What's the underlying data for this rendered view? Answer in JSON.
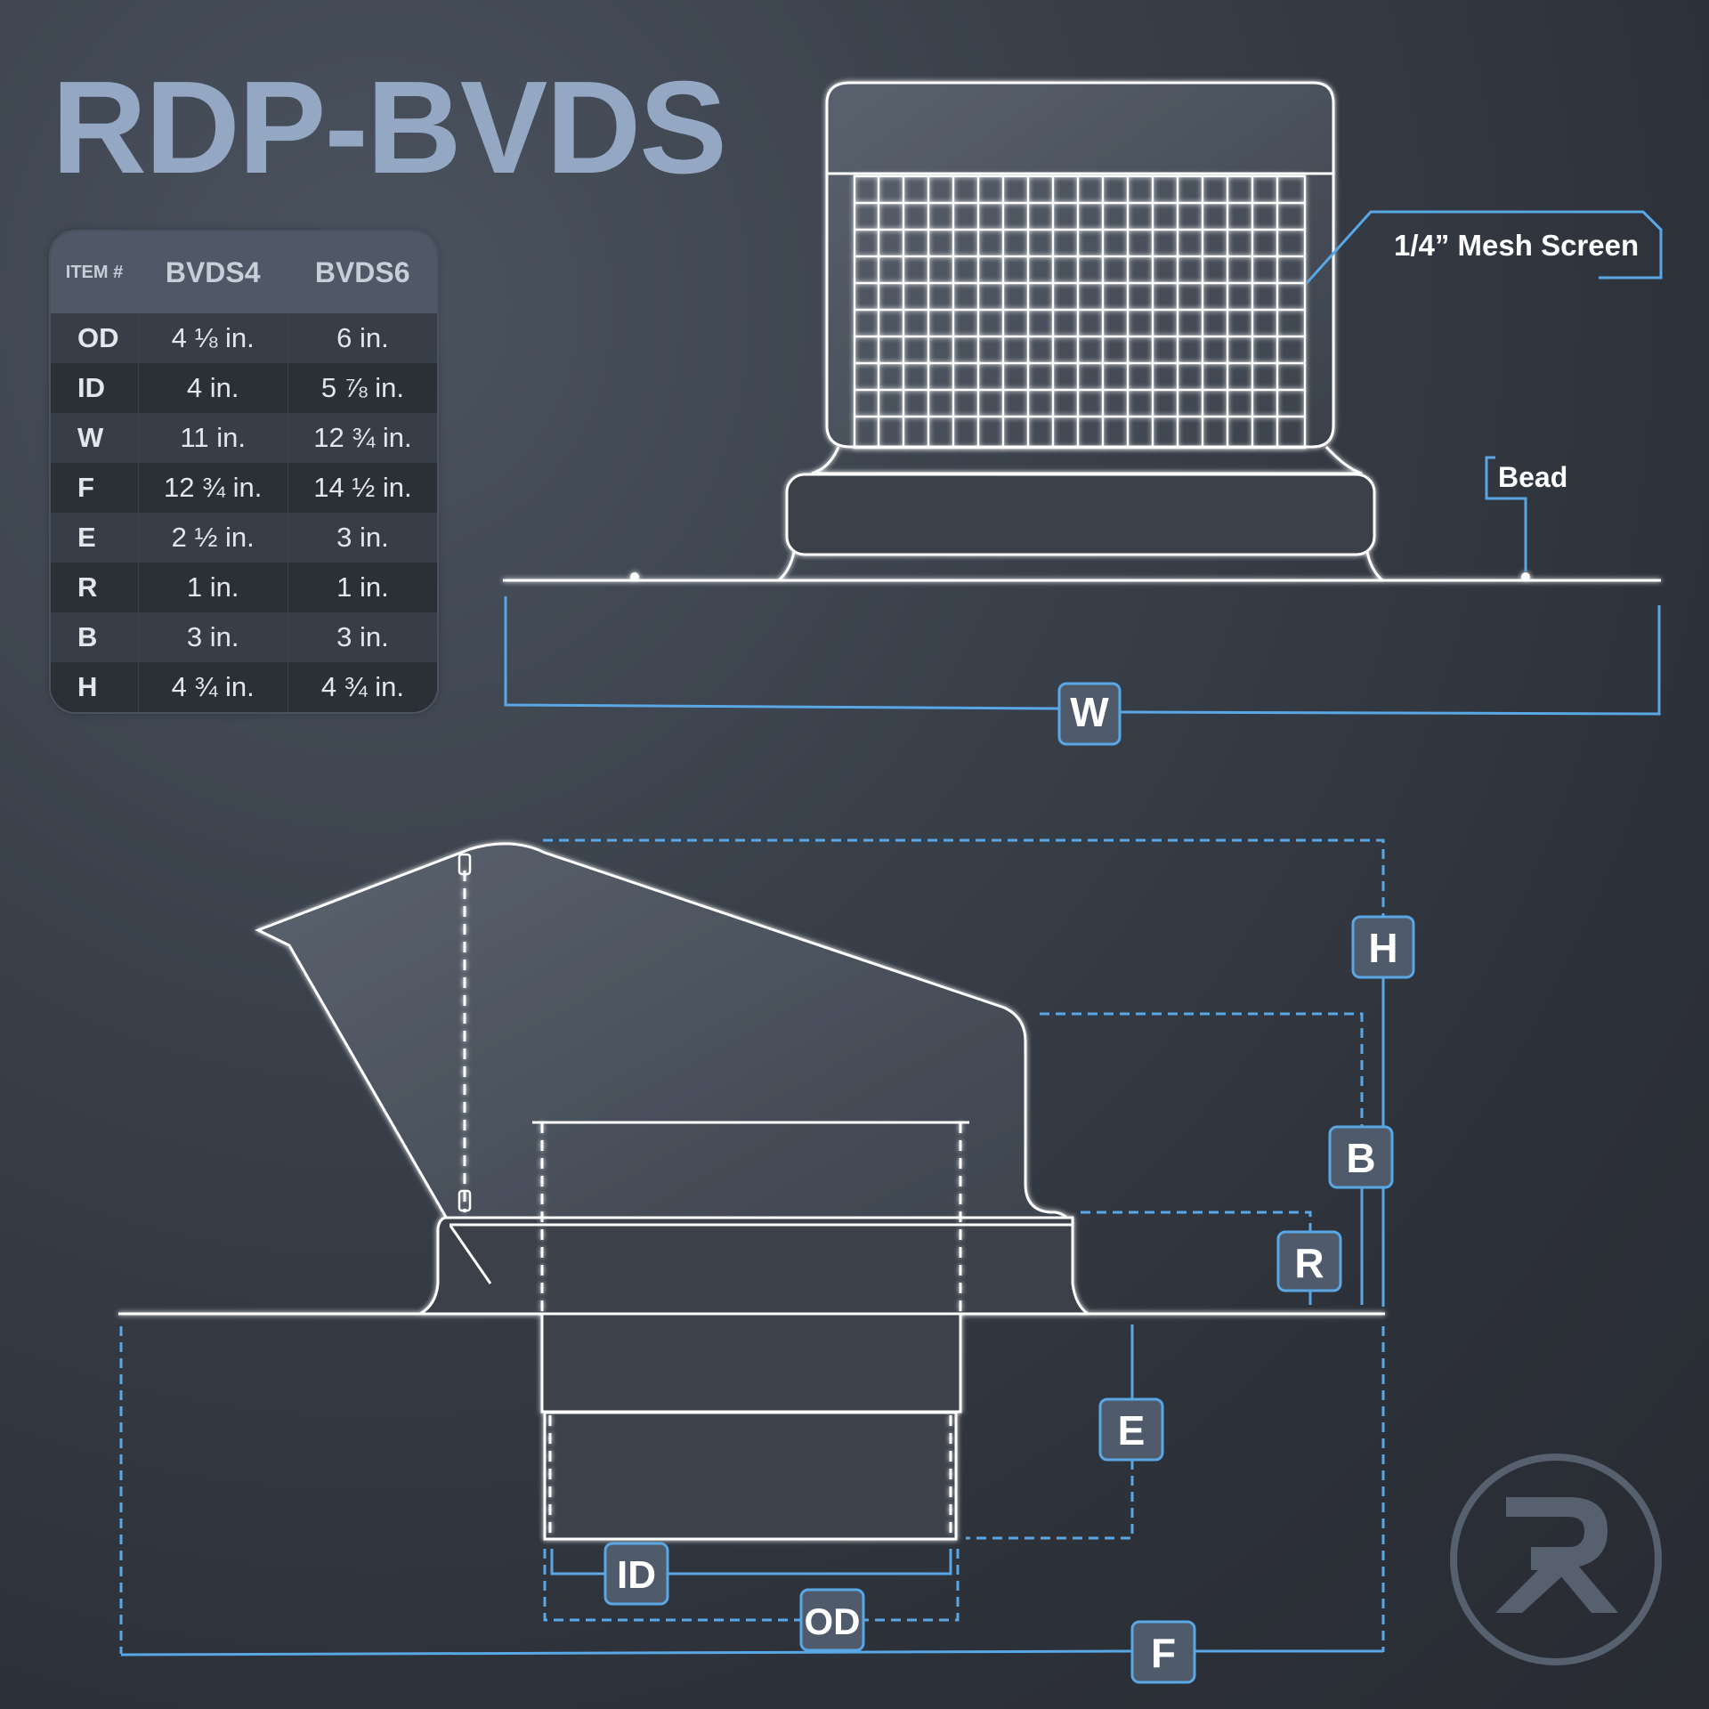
{
  "title": "RDP-BVDS",
  "table": {
    "header": {
      "item": "ITEM #",
      "col1": "BVDS4",
      "col2": "BVDS6"
    },
    "rows": [
      {
        "key": "OD",
        "bvds4": "4 ⅛ in.",
        "bvds6": "6 in."
      },
      {
        "key": "ID",
        "bvds4": "4 in.",
        "bvds6": "5 ⅞ in."
      },
      {
        "key": "W",
        "bvds4": "11 in.",
        "bvds6": "12 ¾ in."
      },
      {
        "key": "F",
        "bvds4": "12 ¾ in.",
        "bvds6": "14 ½ in."
      },
      {
        "key": "E",
        "bvds4": "2 ½ in.",
        "bvds6": "3 in."
      },
      {
        "key": "R",
        "bvds4": "1 in.",
        "bvds6": "1 in."
      },
      {
        "key": "B",
        "bvds4": "3 in.",
        "bvds6": "3 in."
      },
      {
        "key": "H",
        "bvds4": "4 ¾ in.",
        "bvds6": "4 ¾ in."
      }
    ]
  },
  "callouts": {
    "mesh": "1/4” Mesh Screen",
    "bead": "Bead"
  },
  "dimensions": {
    "w": "W",
    "h": "H",
    "b": "B",
    "r": "R",
    "e": "E",
    "id": "ID",
    "od": "OD",
    "f": "F"
  },
  "colors": {
    "accent": "#5aa7e6",
    "outline": "#ffffff",
    "title": "#95a8c3",
    "badge": "#4f5b6b"
  },
  "logo": {
    "letter": "R",
    "icon": "brand-r-logo"
  }
}
